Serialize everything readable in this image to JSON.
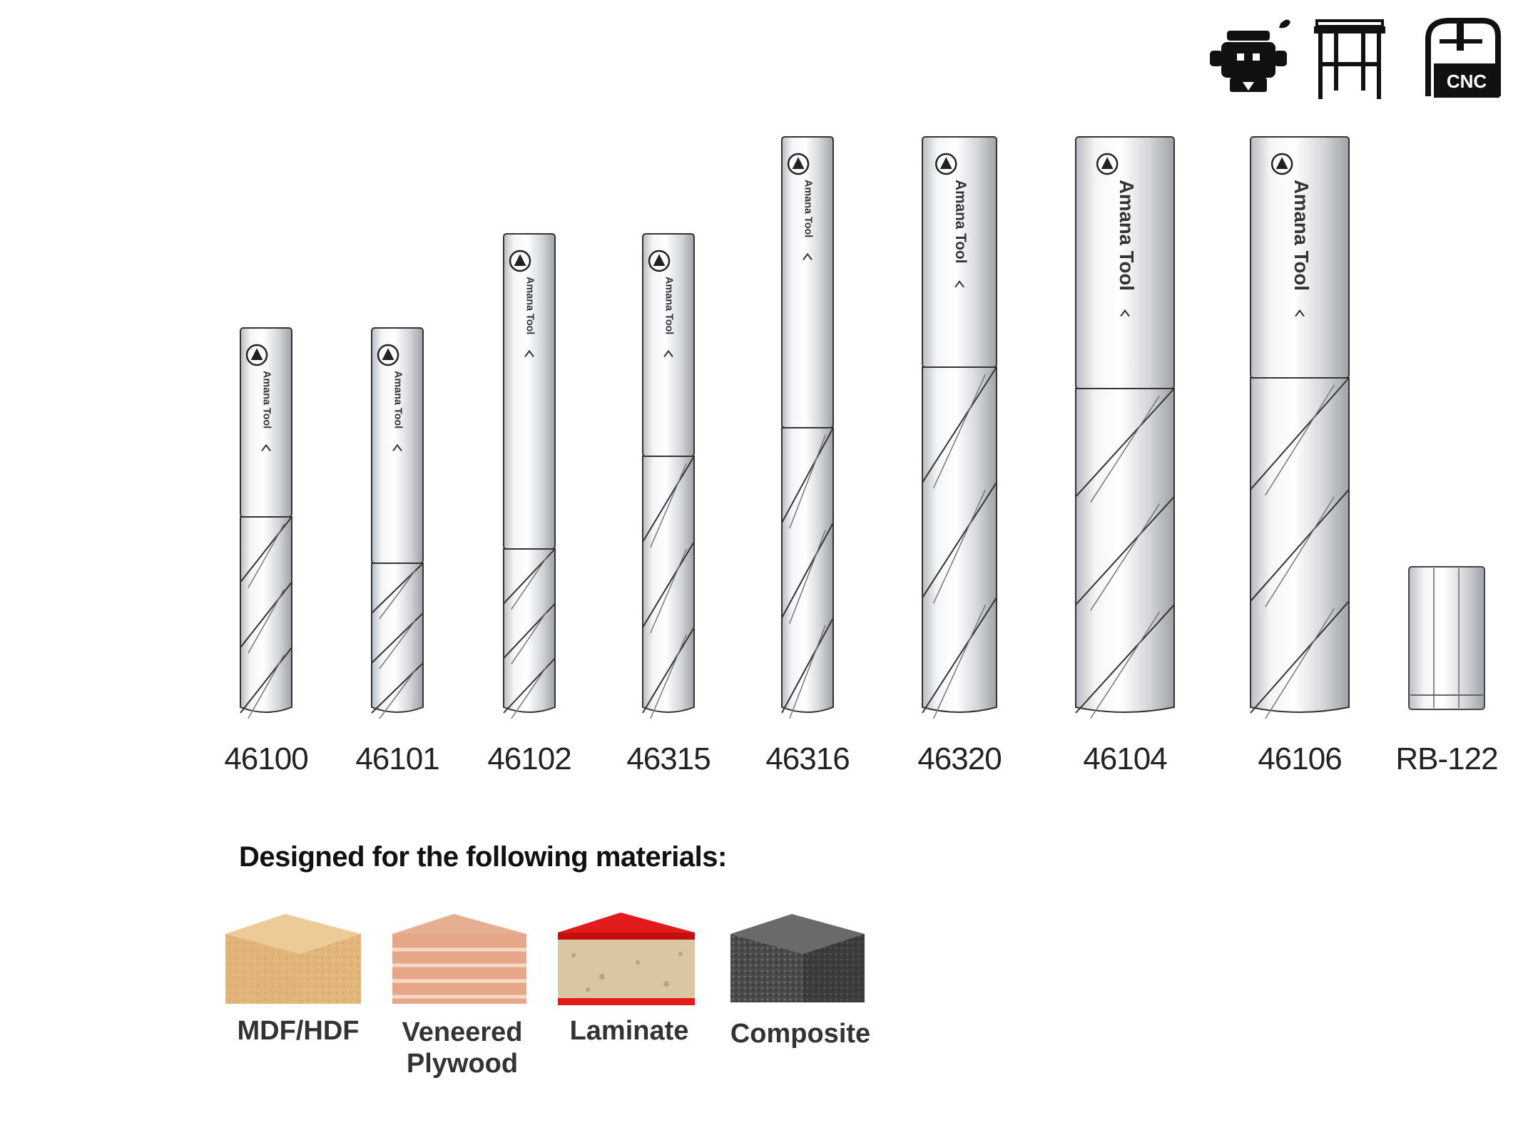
{
  "machine_icons": [
    "router-icon",
    "router-table-icon",
    "cnc-machine-icon"
  ],
  "cnc_badge": "CNC",
  "brand_mark": "Amana Tool",
  "bits": [
    {
      "code": "46100"
    },
    {
      "code": "46101"
    },
    {
      "code": "46102"
    },
    {
      "code": "46315"
    },
    {
      "code": "46316"
    },
    {
      "code": "46320"
    },
    {
      "code": "46104"
    },
    {
      "code": "46106"
    },
    {
      "code": "RB-122"
    }
  ],
  "materials_heading": "Designed for the following materials:",
  "materials": [
    {
      "label_line1": "MDF/HDF",
      "label_line2": "",
      "icon": "mdf-block-icon",
      "color": "#e2b57a"
    },
    {
      "label_line1": "Veneered",
      "label_line2": "Plywood",
      "icon": "plywood-block-icon",
      "color": "#e8a98c"
    },
    {
      "label_line1": "Laminate",
      "label_line2": "",
      "icon": "laminate-block-icon",
      "color": "#e02020"
    },
    {
      "label_line1": "Composite",
      "label_line2": "",
      "icon": "composite-block-icon",
      "color": "#555555"
    }
  ]
}
